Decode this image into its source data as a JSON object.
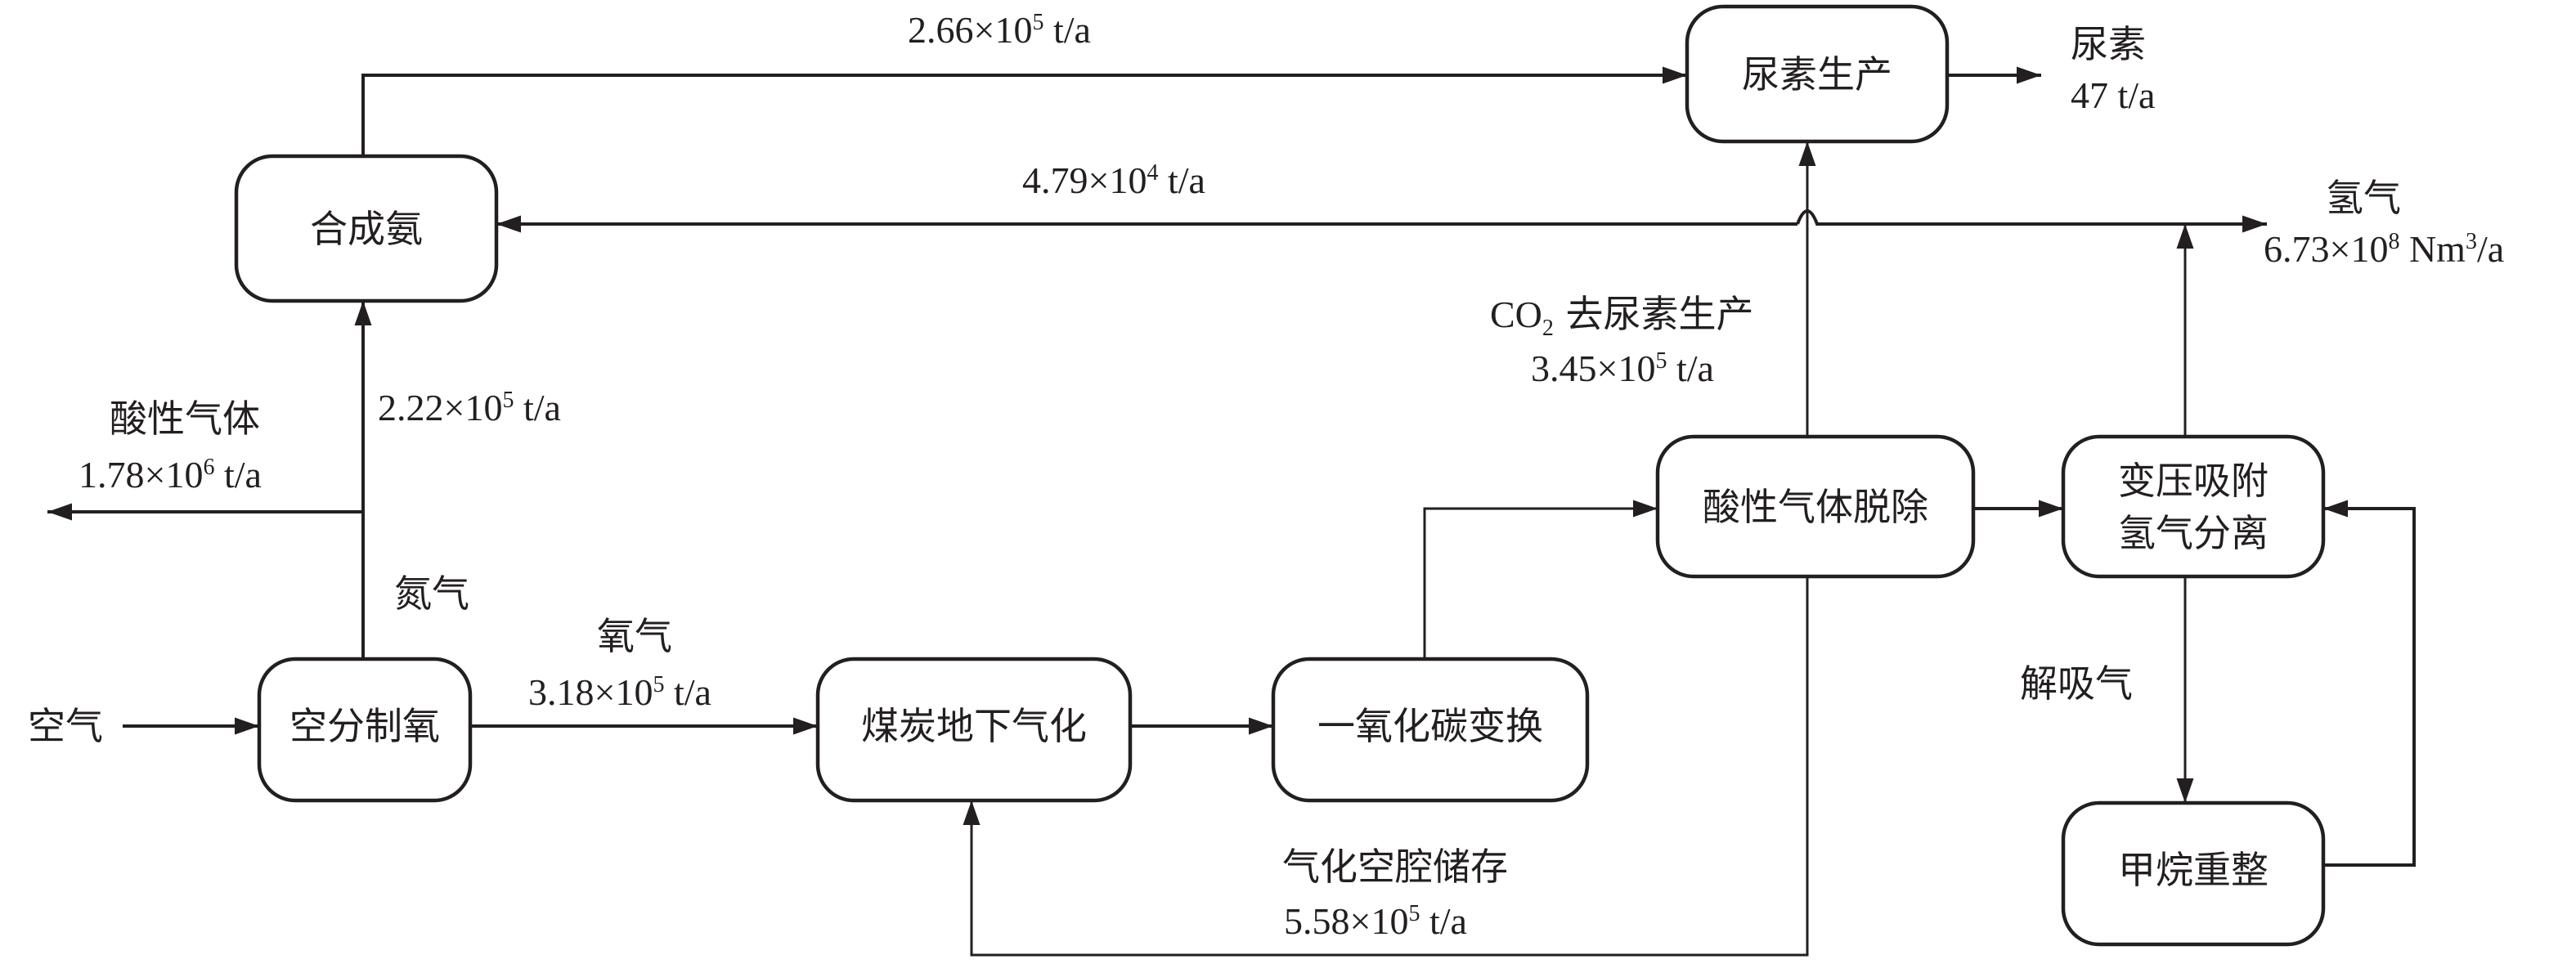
{
  "diagram": {
    "nodes": {
      "ammonia_synthesis": "合成氨",
      "urea_production": "尿素生产",
      "air_separation": "空分制氧",
      "ucg": "煤炭地下气化",
      "co_shift": "一氧化碳变换",
      "acid_gas_removal": "酸性气体脱除",
      "psa_line1": "变压吸附",
      "psa_line2": "氢气分离",
      "methane_reforming": "甲烷重整"
    },
    "flows": {
      "ammonia_to_urea": {
        "base": "2.66×10",
        "exp": "5",
        "unit": " t/a"
      },
      "urea_product": {
        "name": "尿素",
        "value": "47 t/a"
      },
      "hydrogen_to_ammonia": {
        "base": "4.79×10",
        "exp": "4",
        "unit": " t/a"
      },
      "hydrogen_product": {
        "name": "氢气",
        "base": "6.73×10",
        "exp": "8",
        "unit": " Nm",
        "unit_exp": "3",
        "unit_tail": "/a"
      },
      "co2_to_urea": {
        "prefix": "CO",
        "sub": "2",
        "name": " 去尿素生产",
        "base": "3.45×10",
        "exp": "5",
        "unit": " t/a"
      },
      "nitrogen_to_ammonia": {
        "base": "2.22×10",
        "exp": "5",
        "unit": " t/a"
      },
      "acid_gas_out": {
        "name": "酸性气体",
        "base": "1.78×10",
        "exp": "6",
        "unit": " t/a"
      },
      "nitrogen": {
        "name": "氮气"
      },
      "oxygen": {
        "name": "氧气",
        "base": "3.18×10",
        "exp": "5",
        "unit": " t/a"
      },
      "air_in": {
        "name": "空气"
      },
      "desorption_gas": {
        "name": "解吸气"
      },
      "cavity_storage": {
        "name": "气化空腔储存",
        "base": "5.58×10",
        "exp": "5",
        "unit": " t/a"
      }
    }
  }
}
